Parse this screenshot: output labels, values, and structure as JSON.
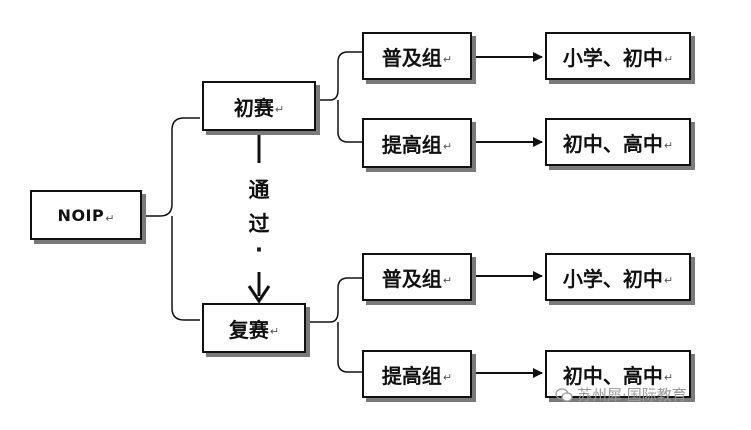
{
  "nodes": {
    "noip": "NOIP",
    "chusai": "初赛",
    "fusai": "复赛",
    "puji_1": "普及组",
    "tigao_1": "提高组",
    "puji_2": "普及组",
    "tigao_2": "提高组",
    "result_1": "小学、初中",
    "result_2": "初中、高中",
    "result_3": "小学、初中",
    "result_4": "初中、高中"
  },
  "paragraph_mark": "↵",
  "pass_label": {
    "line1": "通",
    "line2": "过",
    "line3": "·"
  },
  "watermark": "苏州犀·国际教育",
  "colors": {
    "line": "#111111",
    "shadow": "#7a7a7a",
    "watermark": "#9a9a9a"
  }
}
